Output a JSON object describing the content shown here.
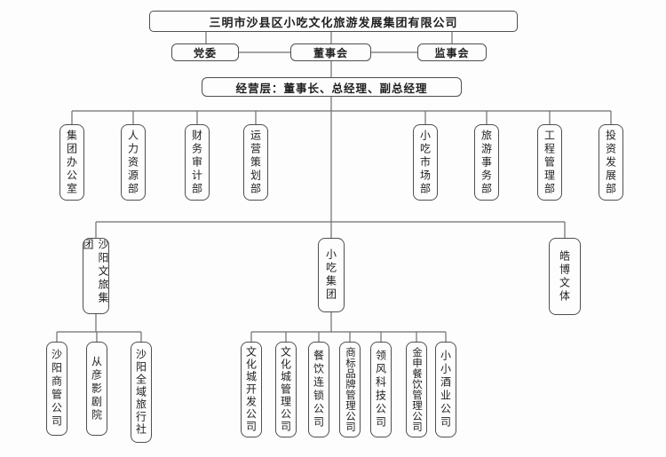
{
  "org": {
    "root": "三明市沙县区小吃文化旅游发展集团有限公司",
    "governance": [
      "党委",
      "董事会",
      "监事会"
    ],
    "management": "经营层：董事长、总经理、副总经理",
    "departments": [
      "集团办公室",
      "人力资源部",
      "财务审计部",
      "运营策划部",
      "小吃市场部",
      "旅游事务部",
      "工程管理部",
      "投资发展部"
    ],
    "subsidiaries": [
      "沙阳文旅集团",
      "小吃集团",
      "皓博文体"
    ],
    "shayang_children": [
      "沙阳商管公司",
      "从彦影剧院",
      "沙阳全域旅行社"
    ],
    "xiaochi_children": [
      "文化城开发公司",
      "文化城管理公司",
      "餐饮连锁公司",
      "商标品牌管理公司",
      "领风科技公司",
      "金申餐饮管理公司",
      "小小酒业公司"
    ]
  },
  "colors": {
    "background": "#fdfdfd",
    "box_border": "#4f4f4f",
    "connector_line": "#6e6e6e",
    "text": "#1f1f1f"
  }
}
